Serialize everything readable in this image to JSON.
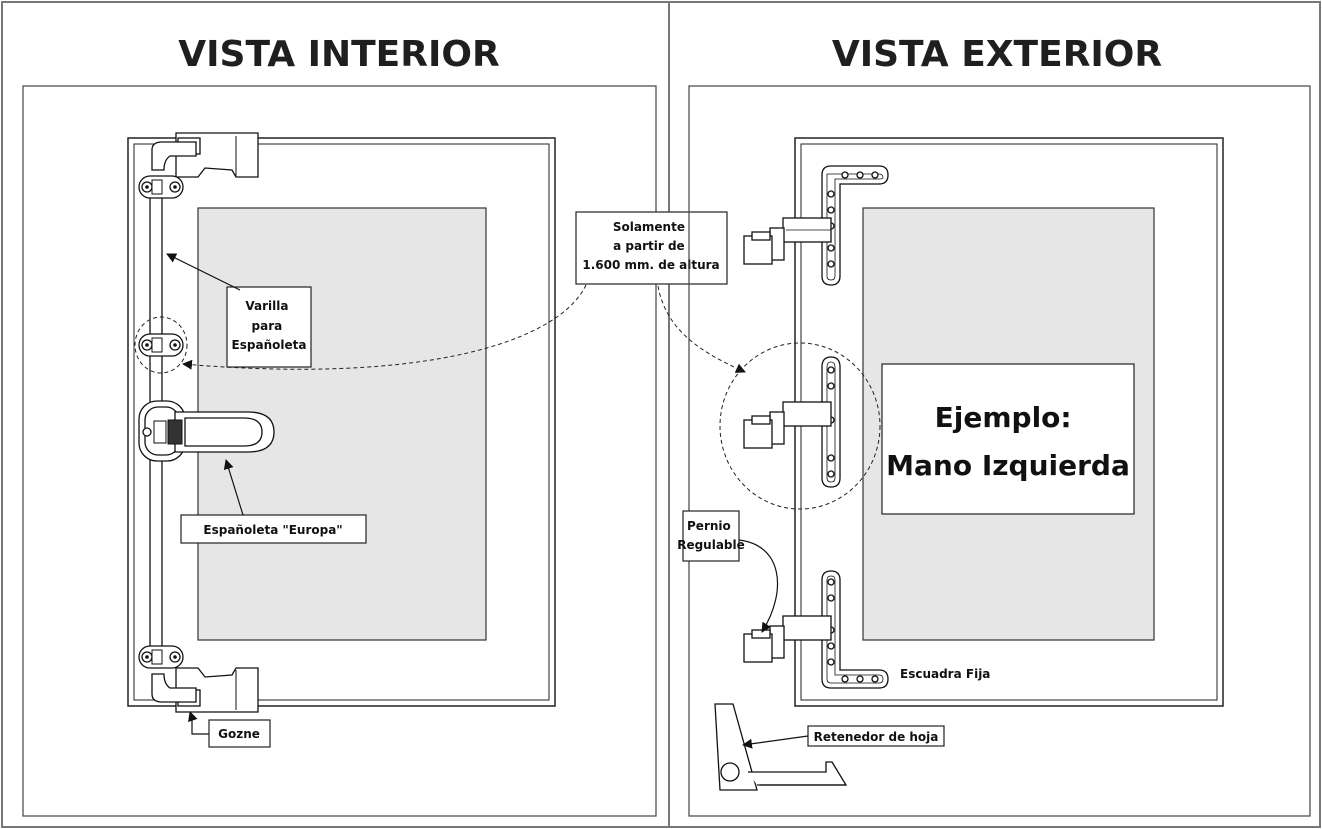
{
  "panels": {
    "interior_title": "VISTA INTERIOR",
    "exterior_title": "VISTA EXTERIOR"
  },
  "labels": {
    "varilla": [
      "Varilla",
      "para",
      "Españoleta"
    ],
    "espanoleta": "Españoleta \"Europa\"",
    "gozne": "Gozne",
    "solamente": [
      "Solamente",
      "a partir de",
      "1.600 mm. de altura"
    ],
    "ejemplo": [
      "Ejemplo:",
      "Mano Izquierda"
    ],
    "pernio": [
      "Pernio",
      "Regulable"
    ],
    "escuadra": "Escuadra Fija",
    "retenedor": "Retenedor de hoja"
  },
  "colors": {
    "frame": "#777777",
    "glass": "#e6e6e6",
    "ink": "#111111"
  }
}
